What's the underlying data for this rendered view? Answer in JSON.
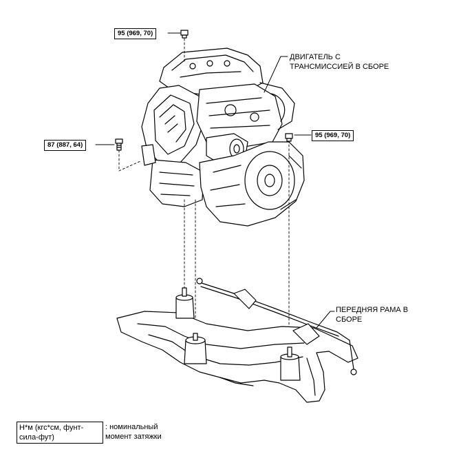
{
  "torque_specs": {
    "top_bolt": "95 (969, 70)",
    "left_bolt": "87 (887, 64)",
    "right_bolt": "95 (969, 70)"
  },
  "callouts": {
    "engine_line1": "ДВИГАТЕЛЬ С",
    "engine_line2": "ТРАНСМИССИЕЙ В СБОРЕ",
    "frame_line1": "ПЕРЕДНЯЯ РАМА В",
    "frame_line2": "СБОРЕ"
  },
  "legend": {
    "key_line1": "Н*м (кгс*см, фунт-",
    "key_line2": "сила-фут)",
    "desc_line1": ": номинальный",
    "desc_line2": "момент затяжки"
  }
}
